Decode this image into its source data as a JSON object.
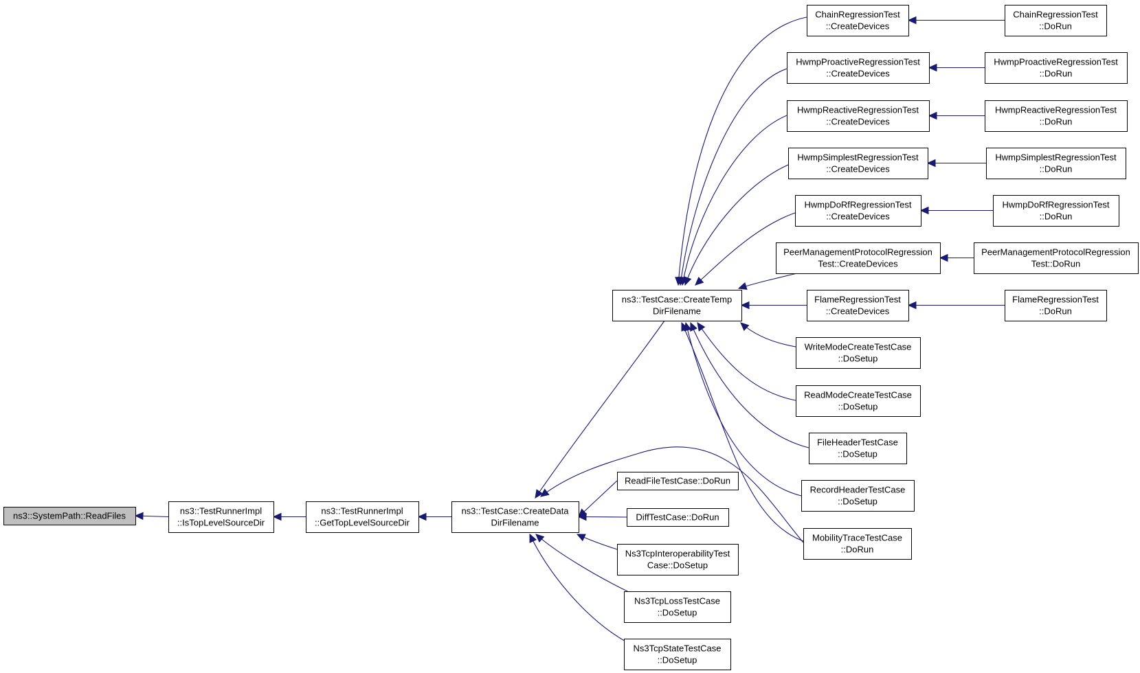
{
  "graph": {
    "root": "n1",
    "nodes": [
      {
        "id": "n1",
        "lines": [
          "ns3::SystemPath::ReadFiles"
        ],
        "highlighted": true
      },
      {
        "id": "n2",
        "lines": [
          "ns3::TestRunnerImpl",
          "::IsTopLevelSourceDir"
        ]
      },
      {
        "id": "n3",
        "lines": [
          "ns3::TestRunnerImpl",
          "::GetTopLevelSourceDir"
        ]
      },
      {
        "id": "n4",
        "lines": [
          "ns3::TestCase::CreateData",
          "DirFilename"
        ]
      },
      {
        "id": "n5",
        "lines": [
          "ns3::TestCase::CreateTemp",
          "DirFilename"
        ]
      },
      {
        "id": "n6",
        "lines": [
          "ReadFileTestCase::DoRun"
        ]
      },
      {
        "id": "n7",
        "lines": [
          "DiffTestCase::DoRun"
        ]
      },
      {
        "id": "n8",
        "lines": [
          "Ns3TcpInteroperabilityTest",
          "Case::DoSetup"
        ]
      },
      {
        "id": "n9",
        "lines": [
          "Ns3TcpLossTestCase",
          "::DoSetup"
        ]
      },
      {
        "id": "n10",
        "lines": [
          "Ns3TcpStateTestCase",
          "::DoSetup"
        ]
      },
      {
        "id": "n11",
        "lines": [
          "MobilityTraceTestCase",
          "::DoRun"
        ]
      },
      {
        "id": "n12",
        "lines": [
          "ChainRegressionTest",
          "::CreateDevices"
        ]
      },
      {
        "id": "n13",
        "lines": [
          "HwmpProactiveRegressionTest",
          "::CreateDevices"
        ]
      },
      {
        "id": "n14",
        "lines": [
          "HwmpReactiveRegressionTest",
          "::CreateDevices"
        ]
      },
      {
        "id": "n15",
        "lines": [
          "HwmpSimplestRegressionTest",
          "::CreateDevices"
        ]
      },
      {
        "id": "n16",
        "lines": [
          "HwmpDoRfRegressionTest",
          "::CreateDevices"
        ]
      },
      {
        "id": "n17",
        "lines": [
          "PeerManagementProtocolRegression",
          "Test::CreateDevices"
        ]
      },
      {
        "id": "n18",
        "lines": [
          "FlameRegressionTest",
          "::CreateDevices"
        ]
      },
      {
        "id": "n19",
        "lines": [
          "WriteModeCreateTestCase",
          "::DoSetup"
        ]
      },
      {
        "id": "n20",
        "lines": [
          "ReadModeCreateTestCase",
          "::DoSetup"
        ]
      },
      {
        "id": "n21",
        "lines": [
          "FileHeaderTestCase",
          "::DoSetup"
        ]
      },
      {
        "id": "n22",
        "lines": [
          "RecordHeaderTestCase",
          "::DoSetup"
        ]
      },
      {
        "id": "n23",
        "lines": [
          "ChainRegressionTest",
          "::DoRun"
        ]
      },
      {
        "id": "n24",
        "lines": [
          "HwmpProactiveRegressionTest",
          "::DoRun"
        ]
      },
      {
        "id": "n25",
        "lines": [
          "HwmpReactiveRegressionTest",
          "::DoRun"
        ]
      },
      {
        "id": "n26",
        "lines": [
          "HwmpSimplestRegressionTest",
          "::DoRun"
        ]
      },
      {
        "id": "n27",
        "lines": [
          "HwmpDoRfRegressionTest",
          "::DoRun"
        ]
      },
      {
        "id": "n28",
        "lines": [
          "PeerManagementProtocolRegression",
          "Test::DoRun"
        ]
      },
      {
        "id": "n29",
        "lines": [
          "FlameRegressionTest",
          "::DoRun"
        ]
      }
    ],
    "edges": [
      {
        "from": "n2",
        "to": "n1"
      },
      {
        "from": "n3",
        "to": "n2"
      },
      {
        "from": "n4",
        "to": "n3"
      },
      {
        "from": "n5",
        "to": "n4"
      },
      {
        "from": "n6",
        "to": "n4"
      },
      {
        "from": "n7",
        "to": "n4"
      },
      {
        "from": "n8",
        "to": "n4"
      },
      {
        "from": "n9",
        "to": "n4"
      },
      {
        "from": "n10",
        "to": "n4"
      },
      {
        "from": "n11",
        "to": "n4"
      },
      {
        "from": "n12",
        "to": "n5"
      },
      {
        "from": "n13",
        "to": "n5"
      },
      {
        "from": "n14",
        "to": "n5"
      },
      {
        "from": "n15",
        "to": "n5"
      },
      {
        "from": "n16",
        "to": "n5"
      },
      {
        "from": "n17",
        "to": "n5"
      },
      {
        "from": "n18",
        "to": "n5"
      },
      {
        "from": "n19",
        "to": "n5"
      },
      {
        "from": "n20",
        "to": "n5"
      },
      {
        "from": "n21",
        "to": "n5"
      },
      {
        "from": "n22",
        "to": "n5"
      },
      {
        "from": "n11",
        "to": "n5"
      },
      {
        "from": "n23",
        "to": "n12"
      },
      {
        "from": "n24",
        "to": "n13"
      },
      {
        "from": "n25",
        "to": "n14"
      },
      {
        "from": "n26",
        "to": "n15"
      },
      {
        "from": "n27",
        "to": "n16"
      },
      {
        "from": "n28",
        "to": "n17"
      },
      {
        "from": "n29",
        "to": "n18"
      }
    ],
    "colors": {
      "edge": "#191970",
      "node_border": "#000000",
      "node_fill": "#ffffff",
      "root_fill": "#bfbfbf",
      "text": "#000000"
    }
  }
}
